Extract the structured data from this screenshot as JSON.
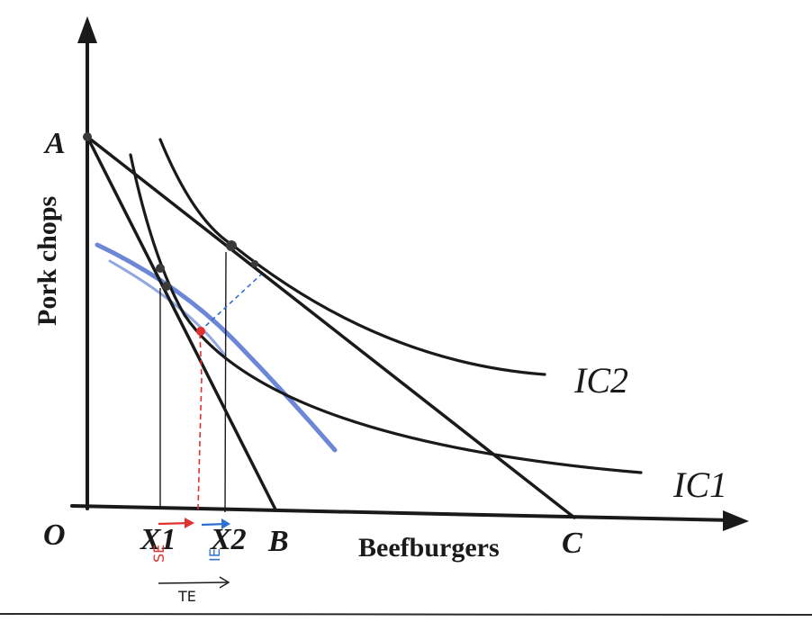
{
  "diagram": {
    "y_axis_label": "Pork chops",
    "x_axis_label": "Beefburgers",
    "origin_label": "O",
    "point_a_label": "A",
    "point_b_label": "B",
    "point_c_label": "C",
    "x1_label": "X1",
    "x2_label": "X2",
    "ic1_label": "IC1",
    "ic2_label": "IC2",
    "annotations": {
      "se": "SE",
      "ie": "IE",
      "te": "TE"
    },
    "colors": {
      "ink": "#1a1a1a",
      "pen_red": "#e03030",
      "pen_blue": "#2f6fd0",
      "highlight_blue": "#3a5fc8",
      "points": "#3a3a3a"
    }
  }
}
